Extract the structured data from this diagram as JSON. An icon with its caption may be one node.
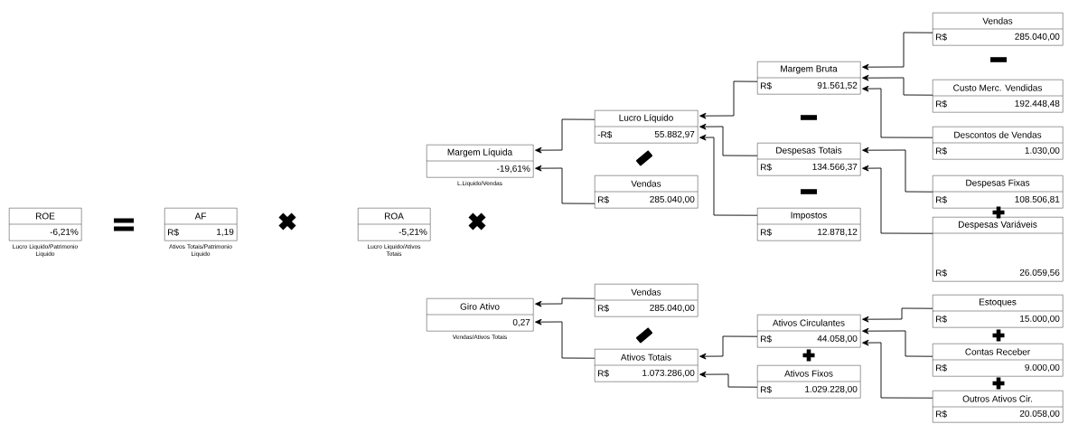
{
  "diagram": {
    "nodes": [
      {
        "text": [
          "ROE",
          "-6,21%"
        ],
        "beside": [
          "Lucro Liquido/Patrimonio Liquido"
        ]
      },
      {
        "text": [
          "AF",
          "R$",
          "1,19"
        ],
        "beside": [
          "Ativos Totais/Patrimonio Liquido"
        ]
      },
      {
        "text": [
          "ROA",
          "-5,21%"
        ],
        "beside": [
          "Lucro Liquido/Ativos Totais"
        ]
      },
      {
        "text": [
          "Margem Líquida",
          "-19,61%"
        ],
        "beside": [
          "L.Liquido/Vendas"
        ]
      },
      {
        "text": [
          "Lucro Líquido",
          "-R$",
          "55.882,97"
        ]
      },
      {
        "text": [
          "Vendas",
          "R$",
          "285.040,00"
        ]
      },
      {
        "text": [
          "Margem Bruta",
          "R$",
          "91.561,52"
        ]
      },
      {
        "text": [
          "Despesas Totais",
          "R$",
          "134.566,37"
        ]
      },
      {
        "text": [
          "Impostos",
          "R$",
          "12.878,12"
        ]
      },
      {
        "text": [
          "Vendas",
          "R$",
          "285.040,00"
        ]
      },
      {
        "text": [
          "Custo Merc. Vendidas",
          "R$",
          "192.448,48"
        ]
      },
      {
        "text": [
          "Descontos de Vendas",
          "R$",
          "1.030,00"
        ]
      },
      {
        "text": [
          "Despesas Fixas",
          "R$",
          "108.506,81"
        ]
      },
      {
        "text": [
          "Despesas Variáveis",
          "R$",
          "26.059,56"
        ]
      },
      {
        "text": [
          "Giro Ativo",
          "0,27"
        ],
        "beside": [
          "Vendas/Ativos Totais"
        ]
      },
      {
        "text": [
          "Vendas",
          "R$",
          "285.040,00"
        ]
      },
      {
        "text": [
          "Ativos Totais",
          "R$",
          "1.073.286,00"
        ]
      },
      {
        "text": [
          "Ativos Circulantes",
          "R$",
          "44.058,00"
        ]
      },
      {
        "text": [
          "Ativos Fixos",
          "R$",
          "1.029.228,00"
        ]
      },
      {
        "text": [
          "Estoques",
          "R$",
          "15.000,00"
        ]
      },
      {
        "text": [
          "Contas Receber",
          "R$",
          "9.000,00"
        ]
      },
      {
        "text": [
          "Outros Ativos Cir.",
          "R$",
          "20.058,00"
        ]
      }
    ],
    "edges": [
      {
        "from": 4,
        "to": 3,
        "arrow": "to"
      },
      {
        "from": 5,
        "to": 3,
        "arrow": "to"
      },
      {
        "from": 6,
        "to": 4,
        "arrow": "to"
      },
      {
        "from": 7,
        "to": 4,
        "arrow": "to"
      },
      {
        "from": 8,
        "to": 4,
        "arrow": "to"
      },
      {
        "from": 9,
        "to": 6,
        "arrow": "to"
      },
      {
        "from": 10,
        "to": 6,
        "arrow": "to"
      },
      {
        "from": 11,
        "to": 6,
        "arrow": "to"
      },
      {
        "from": 12,
        "to": 7,
        "arrow": "to"
      },
      {
        "from": 13,
        "to": 7,
        "arrow": "to"
      },
      {
        "from": 15,
        "to": 14,
        "arrow": "to"
      },
      {
        "from": 16,
        "to": 14,
        "arrow": "to"
      },
      {
        "from": 17,
        "to": 16,
        "arrow": "to"
      },
      {
        "from": 18,
        "to": 16,
        "arrow": "to"
      },
      {
        "from": 19,
        "to": 17,
        "arrow": "to"
      },
      {
        "from": 20,
        "to": 17,
        "arrow": "to"
      },
      {
        "from": 21,
        "to": 17,
        "arrow": "to"
      }
    ]
  }
}
